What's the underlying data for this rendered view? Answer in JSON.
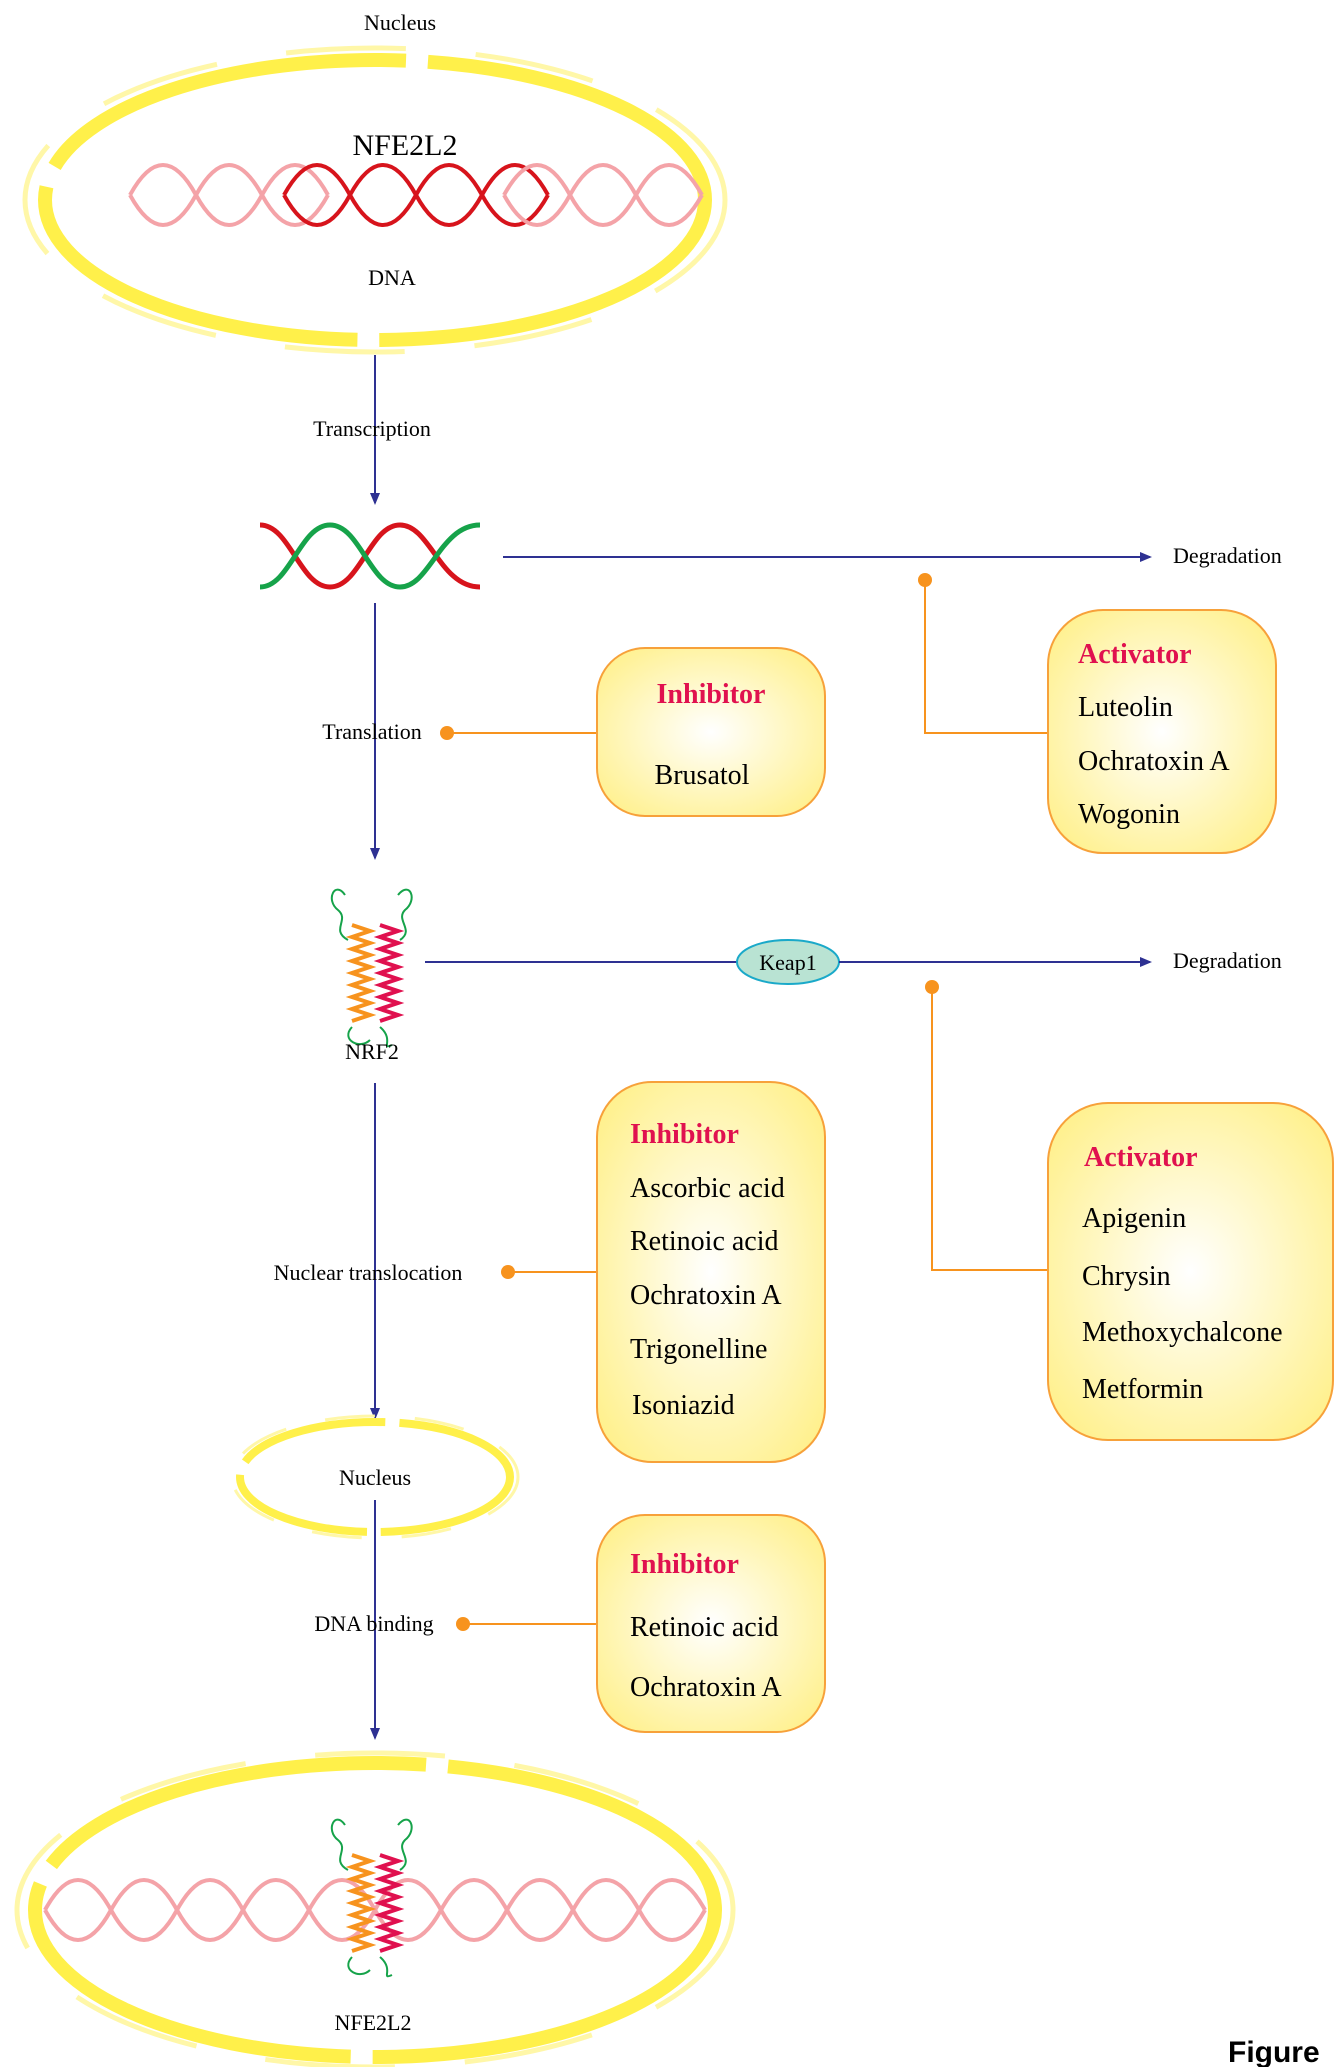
{
  "nucleus_top": {
    "label": "Nucleus",
    "gene_label": "NFE2L2",
    "dna_label": "DNA"
  },
  "steps": {
    "transcription": "Transcription",
    "translation": "Translation",
    "nrf2": "NRF2",
    "nuclear_translocation": "Nuclear translocation",
    "nucleus_small": "Nucleus",
    "dna_binding": "DNA binding",
    "nfe2l2_bottom": "NFE2L2"
  },
  "mrna_pathway": {
    "degradation": "Degradation"
  },
  "protein_pathway": {
    "keap1": "Keap1",
    "degradation": "Degradation"
  },
  "boxes": {
    "translation_inhibitor": {
      "title": "Inhibitor",
      "items": [
        "Brusatol"
      ]
    },
    "mrna_activator": {
      "title": "Activator",
      "items": [
        "Luteolin",
        "Ochratoxin A",
        "Wogonin"
      ]
    },
    "translocation_inhibitor": {
      "title": "Inhibitor",
      "items": [
        "Ascorbic acid",
        "Retinoic acid",
        "Ochratoxin A",
        "Trigonelline",
        "Isoniazid"
      ]
    },
    "keap1_activator": {
      "title": "Activator",
      "items": [
        "Apigenin",
        "Chrysin",
        "Methoxychalcone",
        "Metformin"
      ]
    },
    "dna_binding_inhibitor": {
      "title": "Inhibitor",
      "items": [
        "Retinoic acid",
        "Ochratoxin A"
      ]
    }
  },
  "figure_label": "Figure",
  "colors": {
    "arrow": "#2e3192",
    "connector": "#f7931e",
    "title_red": "#e0114f",
    "box_fill": "#fff3a0",
    "box_stroke": "#f7a13a",
    "nucleus": "#fff04a",
    "dna_light": "#f4a3a8",
    "dna_dark": "#d7141c",
    "mrna_green": "#16a34a",
    "keap1_fill": "#b9e3d3",
    "keap1_stroke": "#1aa9c9"
  },
  "icons": [
    "dna-helix-icon",
    "mrna-icon",
    "nrf2-protein-icon",
    "arrow-head-icon",
    "inhibition-dot-icon"
  ]
}
